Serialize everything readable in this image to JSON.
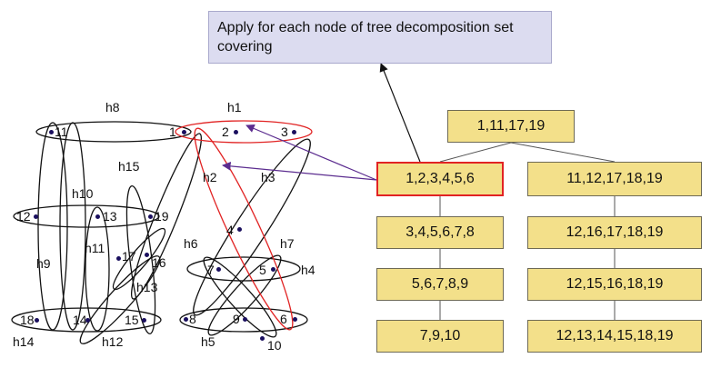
{
  "callout": {
    "text": "Apply for each node of tree decomposition set covering"
  },
  "vertices": [
    {
      "id": "v11",
      "label": "11"
    },
    {
      "id": "v1",
      "label": "1"
    },
    {
      "id": "v2",
      "label": "2"
    },
    {
      "id": "v3",
      "label": "3"
    },
    {
      "id": "v12",
      "label": "12"
    },
    {
      "id": "v13",
      "label": "13"
    },
    {
      "id": "v19",
      "label": "19"
    },
    {
      "id": "v4",
      "label": "4"
    },
    {
      "id": "v17",
      "label": "17"
    },
    {
      "id": "v16",
      "label": "16"
    },
    {
      "id": "v7",
      "label": "7"
    },
    {
      "id": "v5",
      "label": "5"
    },
    {
      "id": "v18",
      "label": "18"
    },
    {
      "id": "v14",
      "label": "14"
    },
    {
      "id": "v15",
      "label": "15"
    },
    {
      "id": "v8",
      "label": "8"
    },
    {
      "id": "v9",
      "label": "9"
    },
    {
      "id": "v6",
      "label": "6"
    },
    {
      "id": "v10",
      "label": "10"
    }
  ],
  "hyperedges": [
    {
      "id": "h8",
      "label": "h8"
    },
    {
      "id": "h1",
      "label": "h1"
    },
    {
      "id": "h15",
      "label": "h15"
    },
    {
      "id": "h2",
      "label": "h2"
    },
    {
      "id": "h3",
      "label": "h3"
    },
    {
      "id": "h10",
      "label": "h10"
    },
    {
      "id": "h11",
      "label": "h11"
    },
    {
      "id": "h9",
      "label": "h9"
    },
    {
      "id": "h13",
      "label": "h13"
    },
    {
      "id": "h6",
      "label": "h6"
    },
    {
      "id": "h7",
      "label": "h7"
    },
    {
      "id": "h4",
      "label": "h4"
    },
    {
      "id": "h14",
      "label": "h14"
    },
    {
      "id": "h12",
      "label": "h12"
    },
    {
      "id": "h5",
      "label": "h5"
    }
  ],
  "tree": {
    "root": "1,11,17,19",
    "left": [
      "1,2,3,4,5,6",
      "3,4,5,6,7,8",
      "5,6,7,8,9",
      "7,9,10"
    ],
    "right": [
      "11,12,17,18,19",
      "12,16,17,18,19",
      "12,15,16,18,19",
      "12,13,14,15,18,19"
    ],
    "highlighted": "1,2,3,4,5,6"
  },
  "colors": {
    "node_fill": "#f3e08a",
    "highlight_border": "#e12323",
    "callout_fill": "#dcdcf0",
    "arrow": "#5b2c8f",
    "vertex_dot": "#1a0f5e",
    "edge_outline": "#111111",
    "highlight_edge": "#e12323"
  }
}
